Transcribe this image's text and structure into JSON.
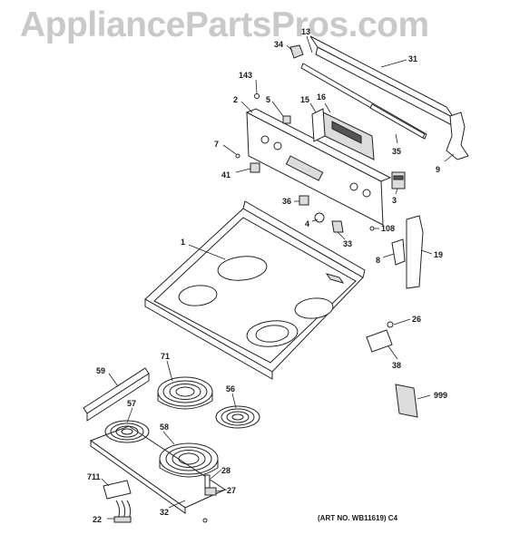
{
  "watermark": "AppliancePartsPros.com",
  "art_number": "(ART NO. WB11619) C4",
  "labels": {
    "p13": "13",
    "p34": "34",
    "p31": "31",
    "p143": "143",
    "p2": "2",
    "p5": "5",
    "p15": "15",
    "p16": "16",
    "p7": "7",
    "p41": "41",
    "p35": "35",
    "p9": "9",
    "p3": "3",
    "p36": "36",
    "p4": "4",
    "p33": "33",
    "p108": "108",
    "p1": "1",
    "p8": "8",
    "p19": "19",
    "p26": "26",
    "p38": "38",
    "p59": "59",
    "p71": "71",
    "p56": "56",
    "p57": "57",
    "p58": "58",
    "p999": "999",
    "p28": "28",
    "p711": "711",
    "p27": "27",
    "p22": "22",
    "p32": "32"
  }
}
